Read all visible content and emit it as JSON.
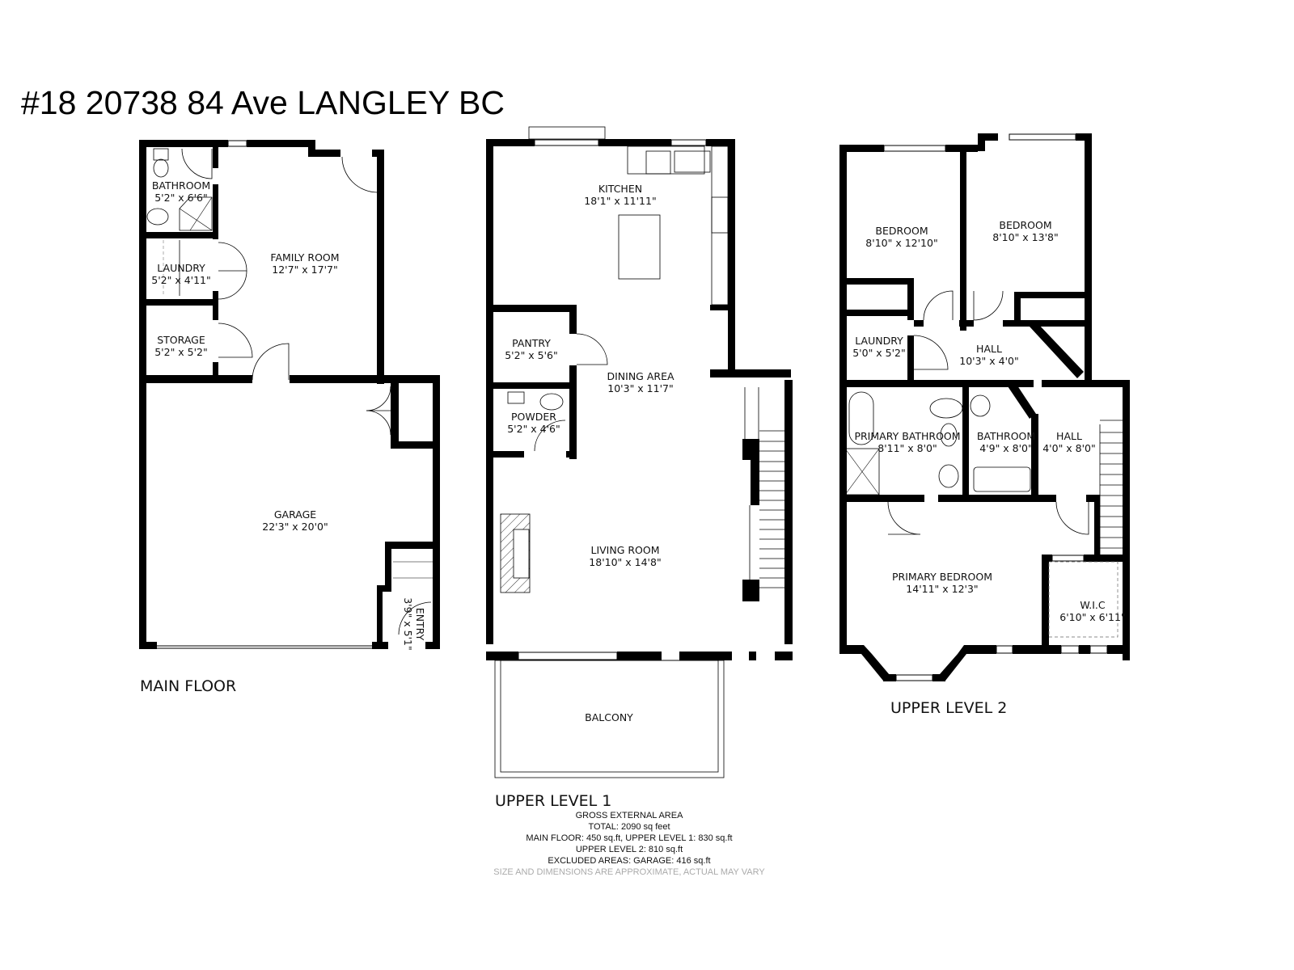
{
  "header": {
    "title": "#18 20738 84 Ave LANGLEY BC"
  },
  "floors": {
    "main": {
      "label": "MAIN FLOOR",
      "rooms": [
        {
          "name": "BATHROOM",
          "dims": "5'2\" x 6'6\""
        },
        {
          "name": "LAUNDRY",
          "dims": "5'2\" x 4'11\""
        },
        {
          "name": "STORAGE",
          "dims": "5'2\" x 5'2\""
        },
        {
          "name": "FAMILY ROOM",
          "dims": "12'7\" x 17'7\""
        },
        {
          "name": "GARAGE",
          "dims": "22'3\" x 20'0\""
        },
        {
          "name": "ENTRY",
          "dims": "3'9\" x 5'1\""
        }
      ]
    },
    "upper1": {
      "label": "UPPER LEVEL 1",
      "rooms": [
        {
          "name": "KITCHEN",
          "dims": "18'1\" x 11'11\""
        },
        {
          "name": "PANTRY",
          "dims": "5'2\" x 5'6\""
        },
        {
          "name": "DINING AREA",
          "dims": "10'3\" x 11'7\""
        },
        {
          "name": "POWDER",
          "dims": "5'2\" x 4'6\""
        },
        {
          "name": "LIVING ROOM",
          "dims": "18'10\" x 14'8\""
        },
        {
          "name": "BALCONY",
          "dims": ""
        }
      ]
    },
    "upper2": {
      "label": "UPPER LEVEL 2",
      "rooms": [
        {
          "name": "BEDROOM",
          "dims": "8'10\" x 12'10\""
        },
        {
          "name": "BEDROOM",
          "dims": "8'10\" x 13'8\""
        },
        {
          "name": "LAUNDRY",
          "dims": "5'0\" x 5'2\""
        },
        {
          "name": "HALL",
          "dims": "10'3\" x 4'0\""
        },
        {
          "name": "PRIMARY BATHROOM",
          "dims": "8'11\" x 8'0\""
        },
        {
          "name": "BATHROOM",
          "dims": "4'9\" x 8'0\""
        },
        {
          "name": "HALL",
          "dims": "4'0\" x 8'0\""
        },
        {
          "name": "PRIMARY BEDROOM",
          "dims": "14'11\" x 12'3\""
        },
        {
          "name": "W.I.C",
          "dims": "6'10\" x 6'11\""
        }
      ]
    }
  },
  "summary": {
    "heading": "GROSS EXTERNAL AREA",
    "total": "TOTAL: 2090 sq feet",
    "line1": "MAIN FLOOR: 450 sq.ft, UPPER LEVEL 1: 830 sq.ft",
    "line2": "UPPER LEVEL 2: 810 sq.ft",
    "excluded": "EXCLUDED AREAS: GARAGE: 416 sq.ft",
    "disclaimer": "SIZE AND DIMENSIONS ARE APPROXIMATE, ACTUAL MAY VARY"
  },
  "colors": {
    "wall": "#000000",
    "background": "#ffffff",
    "disclaimer": "#aaaaaa"
  }
}
